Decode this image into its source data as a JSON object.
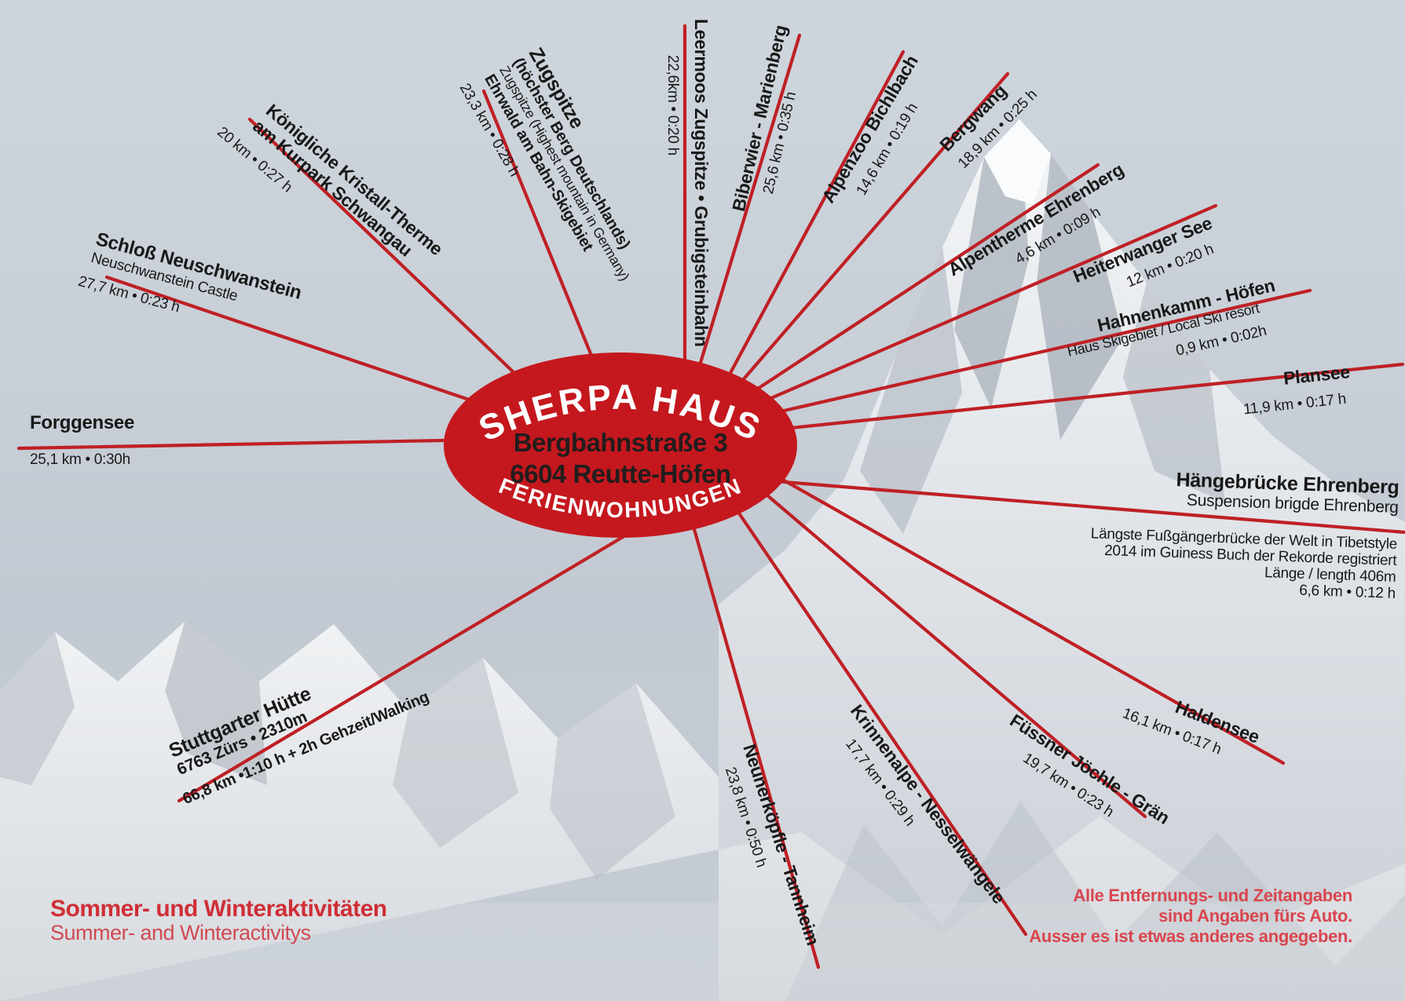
{
  "center": {
    "title": "SHERPA HAUS",
    "address_line1": "Bergbahnstraße 3",
    "address_line2": "6604 Reutte-Höfen",
    "subtitle": "FERIENWOHNUNGEN"
  },
  "destinations": [
    {
      "name": "Forggensee",
      "distance": "25,1 km • 0:30h"
    },
    {
      "name": "Schloß Neuschwanstein",
      "subtitle": "Neuschwanstein Castle",
      "distance": "27,7 km • 0:23 h"
    },
    {
      "name": "Königliche Kristall-Therme",
      "name2": "am Kurpark Schwangau",
      "distance": "20 km • 0:27 h"
    },
    {
      "name": "Zugspitze",
      "subtitle_de": "(höchster Berg Deutschlands)",
      "subtitle_en": "Zugspitze (Highest mountain in Germany)",
      "subtitle2": "Ehrwald am Bahn-Skigebiet",
      "distance": "23,3 km • 0:28 h"
    },
    {
      "name": "Leermoos Zugspitze • Grubigsteinbahn",
      "distance": "22,6km • 0:20 h"
    },
    {
      "name": "Biberwier - Marienberg",
      "distance": "25,6 km • 0:35 h"
    },
    {
      "name": "Alpenzoo Bichlbach",
      "distance": "14,6 km • 0:19 h"
    },
    {
      "name": "Bergwang",
      "distance": "18,9 km • 0:25 h"
    },
    {
      "name": "Alpentherme Ehrenberg",
      "distance": "4,6 km • 0:09 h"
    },
    {
      "name": "Heiterwanger See",
      "distance": "12 km • 0:20 h"
    },
    {
      "name": "Hahnenkamm - Höfen",
      "subtitle": "Haus Skigebiet / Local Ski resort",
      "distance": "0,9 km • 0:02h"
    },
    {
      "name": "Plansee",
      "distance": "11,9 km • 0:17 h"
    },
    {
      "name": "Hängebrücke Ehrenberg",
      "subtitle": "Suspension brigde Ehrenberg",
      "info1": "Längste Fußgängerbrücke der Welt in Tibetstyle",
      "info2": "2014 im Guiness Buch der Rekorde registriert",
      "info3": "Länge / length 406m",
      "distance": "6,6 km • 0:12 h"
    },
    {
      "name": "Haldensee",
      "distance": "16,1 km • 0:17 h"
    },
    {
      "name": "Füssner Jöchle - Grän",
      "distance": "19,7 km • 0:23 h"
    },
    {
      "name": "Krinnenalpe - Nesselwängele",
      "distance": "17,7 km • 0:29 h"
    },
    {
      "name": "Neunerköpfle - Tannheim",
      "distance": "23,8 km • 0:50 h"
    },
    {
      "name": "Stuttgarter Hütte",
      "subtitle": "6763 Zürs • 2310m",
      "distance": "66,8 km •1:10 h + 2h Gehzeit/Walking"
    }
  ],
  "notes": {
    "activities_de": "Sommer- und Winteraktivitäten",
    "activities_en": "Summer- and Winteractivitys",
    "disclaimer_line1": "Alle Entfernungs- und Zeitangaben",
    "disclaimer_line2": "sind Angaben fürs Auto.",
    "disclaimer_line3": "Ausser es ist etwas anderes angegeben."
  },
  "colors": {
    "line_red": "#bf2025",
    "badge_red": "#c4181e",
    "note_red": "#cf2e36",
    "text_dark": "#181818"
  }
}
